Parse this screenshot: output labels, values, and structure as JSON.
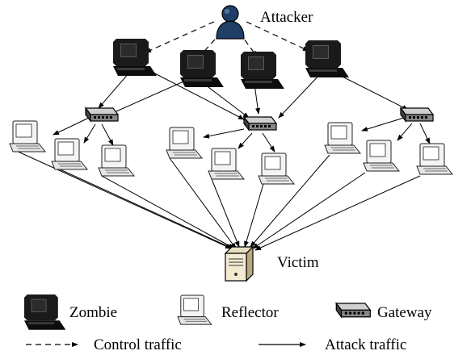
{
  "labels": {
    "attacker": "Attacker",
    "victim": "Victim"
  },
  "legend": {
    "zombie": "Zombie",
    "reflector": "Reflector",
    "gateway": "Gateway",
    "control": "Control traffic",
    "attack": "Attack traffic"
  },
  "icons": {
    "attacker": "user-icon",
    "zombie": "dark-computer-icon",
    "reflector": "light-computer-icon",
    "gateway": "network-switch-icon",
    "victim": "server-icon"
  },
  "colors": {
    "attacker_fill": "#1f3f66",
    "zombie_fill": "#111111",
    "reflector_fill": "#f2f2f2",
    "line": "#000000"
  }
}
